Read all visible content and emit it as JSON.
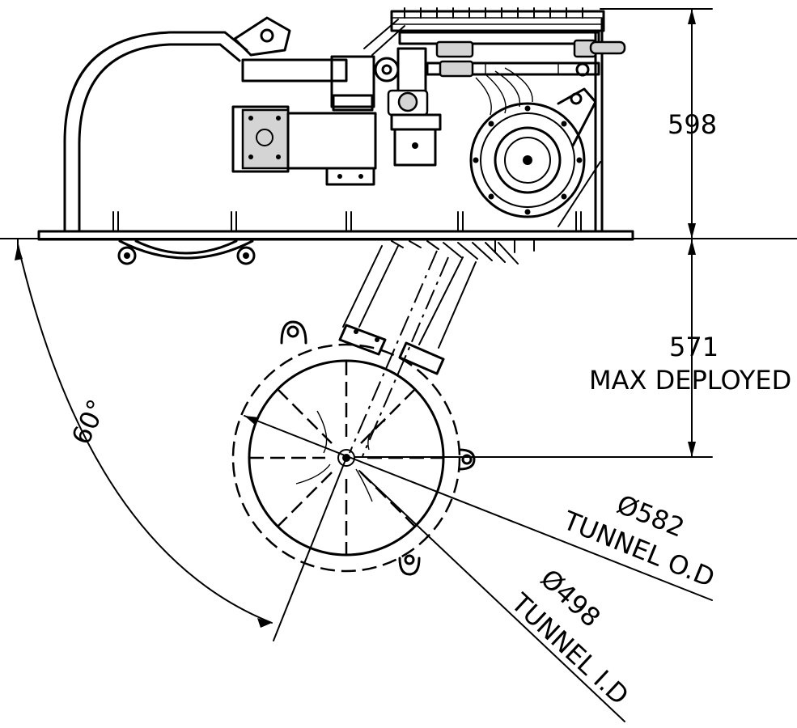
{
  "dimensions": {
    "height": "598",
    "deployed_value": "571",
    "deployed_label": "MAX DEPLOYED",
    "angle": "60°",
    "od_value": "Ø582",
    "od_label": "TUNNEL O.D",
    "id_value": "Ø498",
    "id_label": "TUNNEL I.D"
  }
}
